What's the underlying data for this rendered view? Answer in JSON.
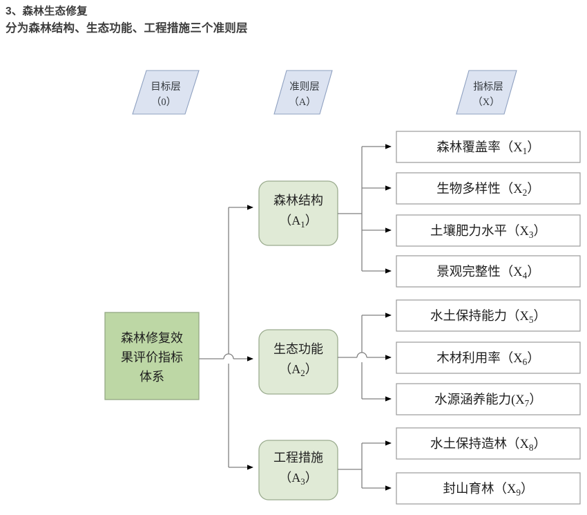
{
  "heading": {
    "line1": "3、森林生态修复",
    "line2": "分为森林结构、生态功能、工程措施三个准则层"
  },
  "diagram": {
    "layer_headers": [
      {
        "name": "goal-layer-header",
        "line1": "目标层",
        "line2": "（0）"
      },
      {
        "name": "criteria-layer-header",
        "line1": "准则层",
        "line2": "（A）"
      },
      {
        "name": "indicator-layer-header",
        "line1": "指标层",
        "line2": "（X）"
      }
    ],
    "root": {
      "line1": "森林修复效",
      "line2": "果评价指标",
      "line3": "体系"
    },
    "criteria": [
      {
        "id": "A1",
        "label": "森林结构",
        "code_base": "（A",
        "code_sub": "1",
        "code_tail": "）"
      },
      {
        "id": "A2",
        "label": "生态功能",
        "code_base": "（A",
        "code_sub": "2",
        "code_tail": "）"
      },
      {
        "id": "A3",
        "label": "工程措施",
        "code_base": "（A",
        "code_sub": "3",
        "code_tail": "）"
      }
    ],
    "indicators": [
      {
        "id": "X1",
        "group": "A1",
        "label": "森林覆盖率（X",
        "sub": "1",
        "tail": "）"
      },
      {
        "id": "X2",
        "group": "A1",
        "label": "生物多样性（X",
        "sub": "2",
        "tail": "）"
      },
      {
        "id": "X3",
        "group": "A1",
        "label": "土壤肥力水平（X",
        "sub": "3",
        "tail": "）"
      },
      {
        "id": "X4",
        "group": "A1",
        "label": "景观完整性（X",
        "sub": "4",
        "tail": "）"
      },
      {
        "id": "X5",
        "group": "A2",
        "label": "水土保持能力（X",
        "sub": "5",
        "tail": "）"
      },
      {
        "id": "X6",
        "group": "A2",
        "label": "木材利用率（X",
        "sub": "6",
        "tail": "）"
      },
      {
        "id": "X7",
        "group": "A2",
        "label": "水源涵养能力(X",
        "sub": "7",
        "tail": "）"
      },
      {
        "id": "X8",
        "group": "A3",
        "label": "水土保持造林（X",
        "sub": "8",
        "tail": "）"
      },
      {
        "id": "X9",
        "group": "A3",
        "label": "封山育林（X",
        "sub": "9",
        "tail": "）"
      }
    ],
    "colors": {
      "header_fill": "#dce3f1",
      "header_stroke": "#8ea0c0",
      "root_fill": "#bdd7a5",
      "root_stroke": "#93a883",
      "criteria_fill": "#e0ead6",
      "criteria_stroke": "#9aab8e",
      "indicator_fill": "#ffffff",
      "indicator_stroke": "#9a9a9a",
      "connector": "#7f7f7f",
      "text": "#1f1f1f"
    }
  }
}
